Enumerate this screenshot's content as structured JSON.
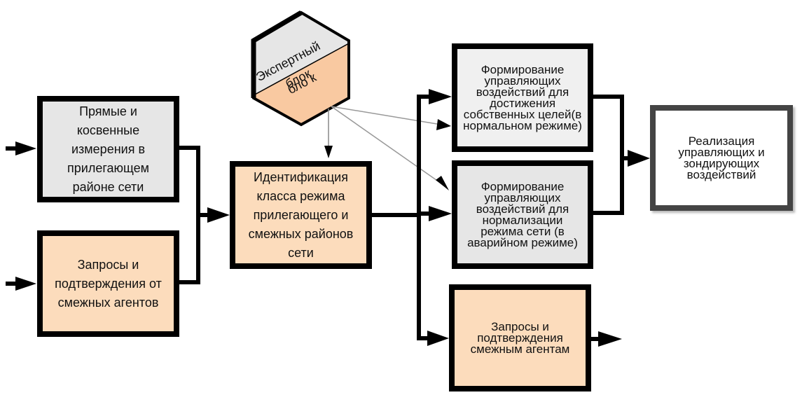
{
  "diagram": {
    "expert_block": {
      "line1": "Экспертный",
      "line2": "бло к",
      "line2_overlap": "блок",
      "colors": {
        "top": "#e6e6e6",
        "bottom": "#f9c9a1",
        "border": "#000000"
      }
    },
    "boxes": {
      "measure": "Прямые и косвенные измерения в прилегающем районе сети",
      "requests_in": "Запросы и подтверждения от смежных агентов",
      "identify": "Идентификация класса режима прилегающего и смежных районов сети",
      "form_normal": "Формирование управляющих воздействий для достижения собственных целей(в нормальном режиме)",
      "form_emergency": "Формирование управляющих воздействий для нормализации режима сети (в аварийном режиме)",
      "requests_out": "Запросы и подтверждения смежным агентам",
      "realize": "Реализация управляющих и зондирующих воздействий"
    },
    "colors": {
      "gray_fill": "#e6e6e6",
      "light_fill": "#f0f0f0",
      "peach_fill": "#fcdcbc",
      "connector": "#000000",
      "expert_arrow": "#999999"
    }
  }
}
